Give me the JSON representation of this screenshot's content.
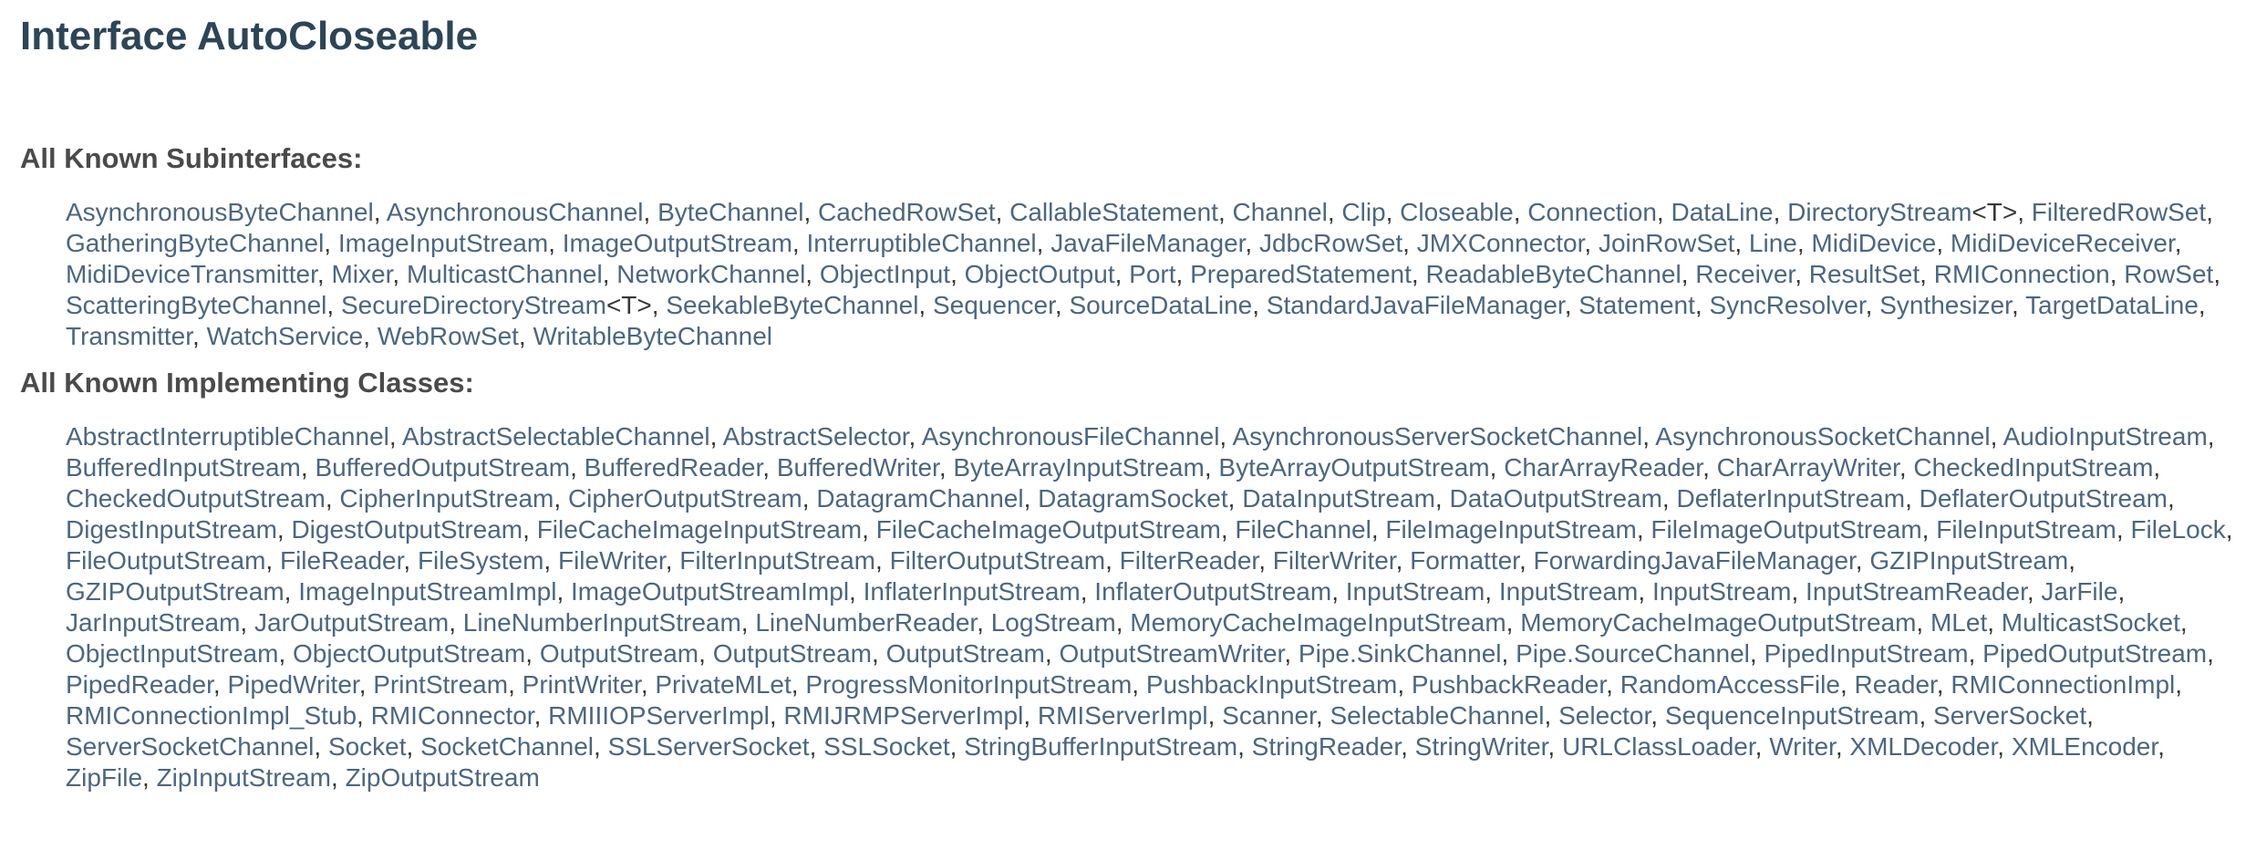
{
  "page_title": "Interface AutoCloseable",
  "subinterfaces": {
    "title": "All Known Subinterfaces:",
    "items": [
      "AsynchronousByteChannel",
      "AsynchronousChannel",
      "ByteChannel",
      "CachedRowSet",
      "CallableStatement",
      "Channel",
      "Clip",
      "Closeable",
      "Connection",
      "DataLine",
      "DirectoryStream",
      "FilteredRowSet",
      "GatheringByteChannel",
      "ImageInputStream",
      "ImageOutputStream",
      "InterruptibleChannel",
      "JavaFileManager",
      "JdbcRowSet",
      "JMXConnector",
      "JoinRowSet",
      "Line",
      "MidiDevice",
      "MidiDeviceReceiver",
      "MidiDeviceTransmitter",
      "Mixer",
      "MulticastChannel",
      "NetworkChannel",
      "ObjectInput",
      "ObjectOutput",
      "Port",
      "PreparedStatement",
      "ReadableByteChannel",
      "Receiver",
      "ResultSet",
      "RMIConnection",
      "RowSet",
      "ScatteringByteChannel",
      "SecureDirectoryStream",
      "SeekableByteChannel",
      "Sequencer",
      "SourceDataLine",
      "StandardJavaFileManager",
      "Statement",
      "SyncResolver",
      "Synthesizer",
      "TargetDataLine",
      "Transmitter",
      "WatchService",
      "WebRowSet",
      "WritableByteChannel"
    ],
    "generic_suffix": {
      "DirectoryStream": "<T>",
      "SecureDirectoryStream": "<T>"
    }
  },
  "implementing_classes": {
    "title": "All Known Implementing Classes:",
    "items": [
      "AbstractInterruptibleChannel",
      "AbstractSelectableChannel",
      "AbstractSelector",
      "AsynchronousFileChannel",
      "AsynchronousServerSocketChannel",
      "AsynchronousSocketChannel",
      "AudioInputStream",
      "BufferedInputStream",
      "BufferedOutputStream",
      "BufferedReader",
      "BufferedWriter",
      "ByteArrayInputStream",
      "ByteArrayOutputStream",
      "CharArrayReader",
      "CharArrayWriter",
      "CheckedInputStream",
      "CheckedOutputStream",
      "CipherInputStream",
      "CipherOutputStream",
      "DatagramChannel",
      "DatagramSocket",
      "DataInputStream",
      "DataOutputStream",
      "DeflaterInputStream",
      "DeflaterOutputStream",
      "DigestInputStream",
      "DigestOutputStream",
      "FileCacheImageInputStream",
      "FileCacheImageOutputStream",
      "FileChannel",
      "FileImageInputStream",
      "FileImageOutputStream",
      "FileInputStream",
      "FileLock",
      "FileOutputStream",
      "FileReader",
      "FileSystem",
      "FileWriter",
      "FilterInputStream",
      "FilterOutputStream",
      "FilterReader",
      "FilterWriter",
      "Formatter",
      "ForwardingJavaFileManager",
      "GZIPInputStream",
      "GZIPOutputStream",
      "ImageInputStreamImpl",
      "ImageOutputStreamImpl",
      "InflaterInputStream",
      "InflaterOutputStream",
      "InputStream",
      "InputStream",
      "InputStream",
      "InputStreamReader",
      "JarFile",
      "JarInputStream",
      "JarOutputStream",
      "LineNumberInputStream",
      "LineNumberReader",
      "LogStream",
      "MemoryCacheImageInputStream",
      "MemoryCacheImageOutputStream",
      "MLet",
      "MulticastSocket",
      "ObjectInputStream",
      "ObjectOutputStream",
      "OutputStream",
      "OutputStream",
      "OutputStream",
      "OutputStreamWriter",
      "Pipe.SinkChannel",
      "Pipe.SourceChannel",
      "PipedInputStream",
      "PipedOutputStream",
      "PipedReader",
      "PipedWriter",
      "PrintStream",
      "PrintWriter",
      "PrivateMLet",
      "ProgressMonitorInputStream",
      "PushbackInputStream",
      "PushbackReader",
      "RandomAccessFile",
      "Reader",
      "RMIConnectionImpl",
      "RMIConnectionImpl_Stub",
      "RMIConnector",
      "RMIIIOPServerImpl",
      "RMIJRMPServerImpl",
      "RMIServerImpl",
      "Scanner",
      "SelectableChannel",
      "Selector",
      "SequenceInputStream",
      "ServerSocket",
      "ServerSocketChannel",
      "Socket",
      "SocketChannel",
      "SSLServerSocket",
      "SSLSocket",
      "StringBufferInputStream",
      "StringReader",
      "StringWriter",
      "URLClassLoader",
      "Writer",
      "XMLDecoder",
      "XMLEncoder",
      "ZipFile",
      "ZipInputStream",
      "ZipOutputStream"
    ]
  },
  "colors": {
    "title": "#2c4557",
    "link": "#4a6782",
    "heading": "#4a4a4a",
    "text": "#353833"
  }
}
